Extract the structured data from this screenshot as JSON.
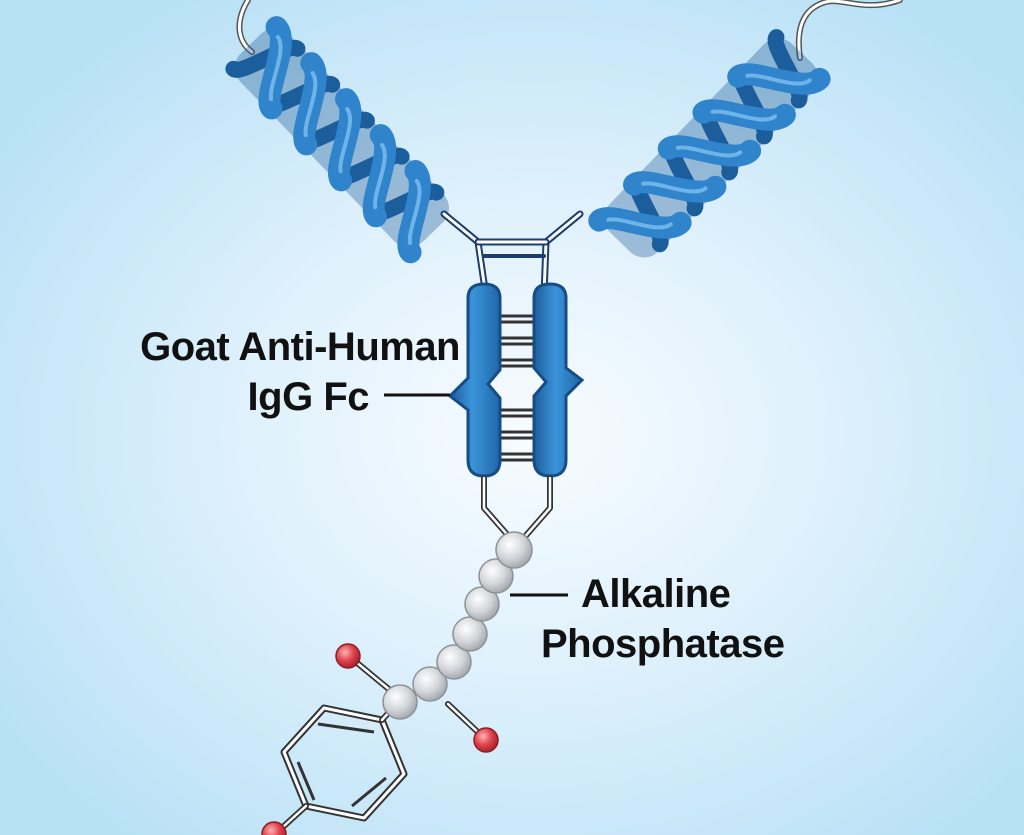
{
  "labels": {
    "antibody_line1": "Goat Anti-Human",
    "antibody_line2": "IgG Fc",
    "enzyme_line1": "Alkaline",
    "enzyme_line2": "Phosphatase"
  },
  "colors": {
    "background_center": "#f7fcff",
    "background_edge": "#b9e1f6",
    "helix_blue": "#2f84cc",
    "helix_dark": "#1c5d9c",
    "bead_grey": "#cfd2d6",
    "oxygen_red": "#e0454d"
  }
}
